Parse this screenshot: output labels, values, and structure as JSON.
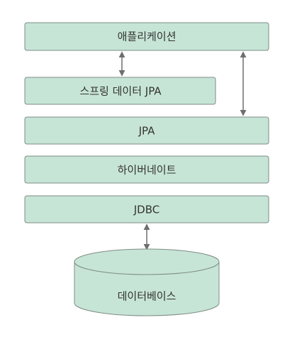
{
  "colors": {
    "box_fill": "#c7e5d6",
    "box_stroke": "#7d8c85",
    "arrow": "#6e6e6e",
    "text": "#333333"
  },
  "layers": {
    "application": "애플리케이션",
    "spring_data_jpa": "스프링 데이터 JPA",
    "jpa": "JPA",
    "hibernate": "하이버네이트",
    "jdbc": "JDBC",
    "database": "데이터베이스"
  },
  "connections": [
    {
      "from": "application",
      "to": "spring_data_jpa",
      "bidirectional": true
    },
    {
      "from": "application",
      "to": "jpa",
      "bidirectional": true
    },
    {
      "from": "jdbc",
      "to": "database",
      "bidirectional": true
    }
  ],
  "icons": [
    "double-arrow-icon",
    "database-cylinder-icon"
  ]
}
